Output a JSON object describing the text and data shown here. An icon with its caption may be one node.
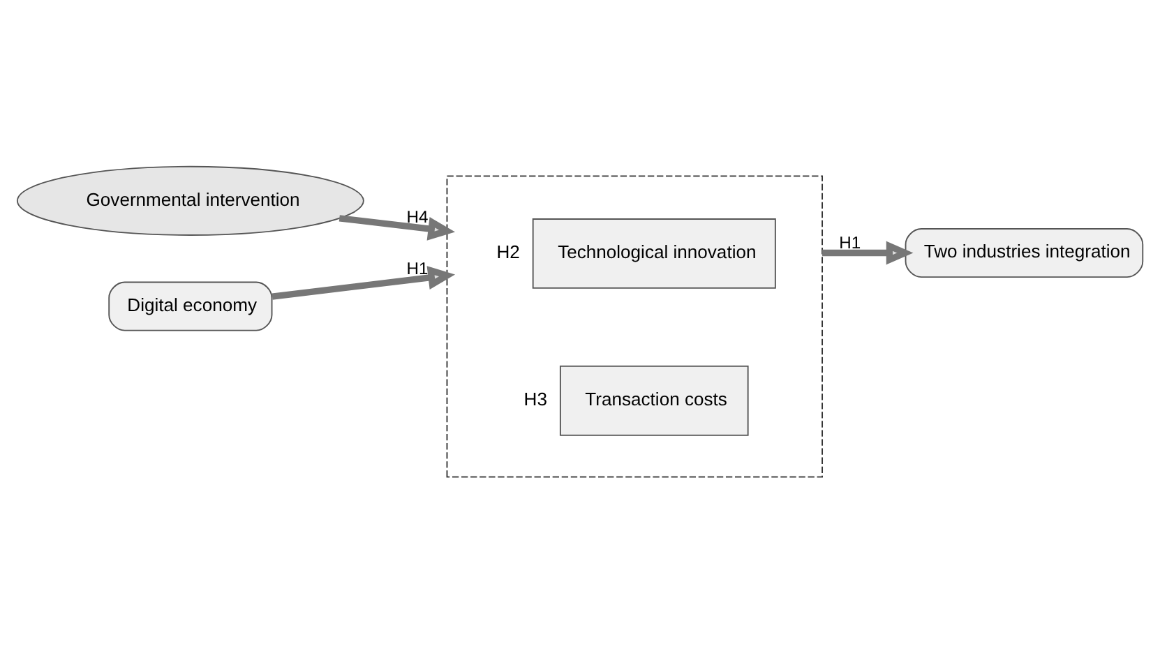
{
  "diagram": {
    "nodes": [
      {
        "text": [
          "Governmental intervention"
        ]
      },
      {
        "text": [
          "Digital economy"
        ]
      },
      {
        "text": [],
        "shape": "box"
      },
      {
        "text": [
          "Technological innovation"
        ],
        "in": 2,
        "beside": [
          "H2"
        ]
      },
      {
        "text": [
          "Transaction costs"
        ],
        "in": 2,
        "beside": [
          "H3"
        ]
      },
      {
        "text": [
          "Two industries integration"
        ]
      }
    ],
    "edges": [
      {
        "from": 0,
        "to": 2,
        "arrow": "to",
        "label": "H4"
      },
      {
        "from": 1,
        "to": 2,
        "arrow": "to",
        "label": "H1"
      },
      {
        "from": 2,
        "to": 5,
        "arrow": "to",
        "label": "H1"
      }
    ]
  }
}
